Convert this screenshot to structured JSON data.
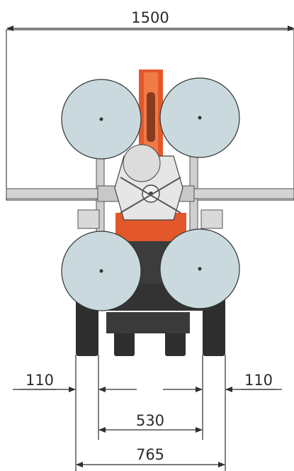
{
  "dimensions": {
    "overall_width": "1500",
    "left_offset": "110",
    "right_offset": "110",
    "inner_track": "530",
    "outer_track": "765"
  },
  "colors": {
    "line": "#2f2f2f",
    "suction_cup": "#c9d9dd",
    "frame": "#cfcfcf",
    "orange": "#e2582a",
    "dark": "#2e2e2e"
  }
}
